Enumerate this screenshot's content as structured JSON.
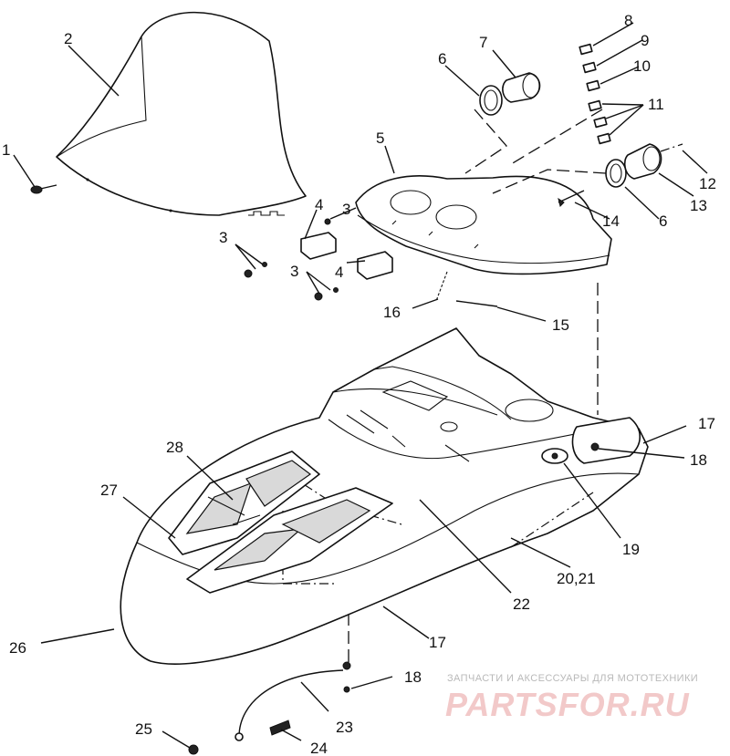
{
  "callouts": {
    "c1": "1",
    "c2": "2",
    "c3a": "3",
    "c3b": "3",
    "c3c": "3",
    "c4a": "4",
    "c4b": "4",
    "c5": "5",
    "c6a": "6",
    "c6b": "6",
    "c7": "7",
    "c8": "8",
    "c9": "9",
    "c10": "10",
    "c11": "11",
    "c12": "12",
    "c13": "13",
    "c14": "14",
    "c15": "15",
    "c16": "16",
    "c17a": "17",
    "c17b": "17",
    "c18a": "18",
    "c18b": "18",
    "c19": "19",
    "c2021": "20,21",
    "c22": "22",
    "c23": "23",
    "c24": "24",
    "c25": "25",
    "c26": "26",
    "c27": "27",
    "c28": "28"
  },
  "watermark": {
    "caption": "ЗАПЧАСТИ И АКСЕССУАРЫ ДЛЯ МОТОТЕХНИКИ",
    "logo": "PARTSFOR.RU"
  }
}
